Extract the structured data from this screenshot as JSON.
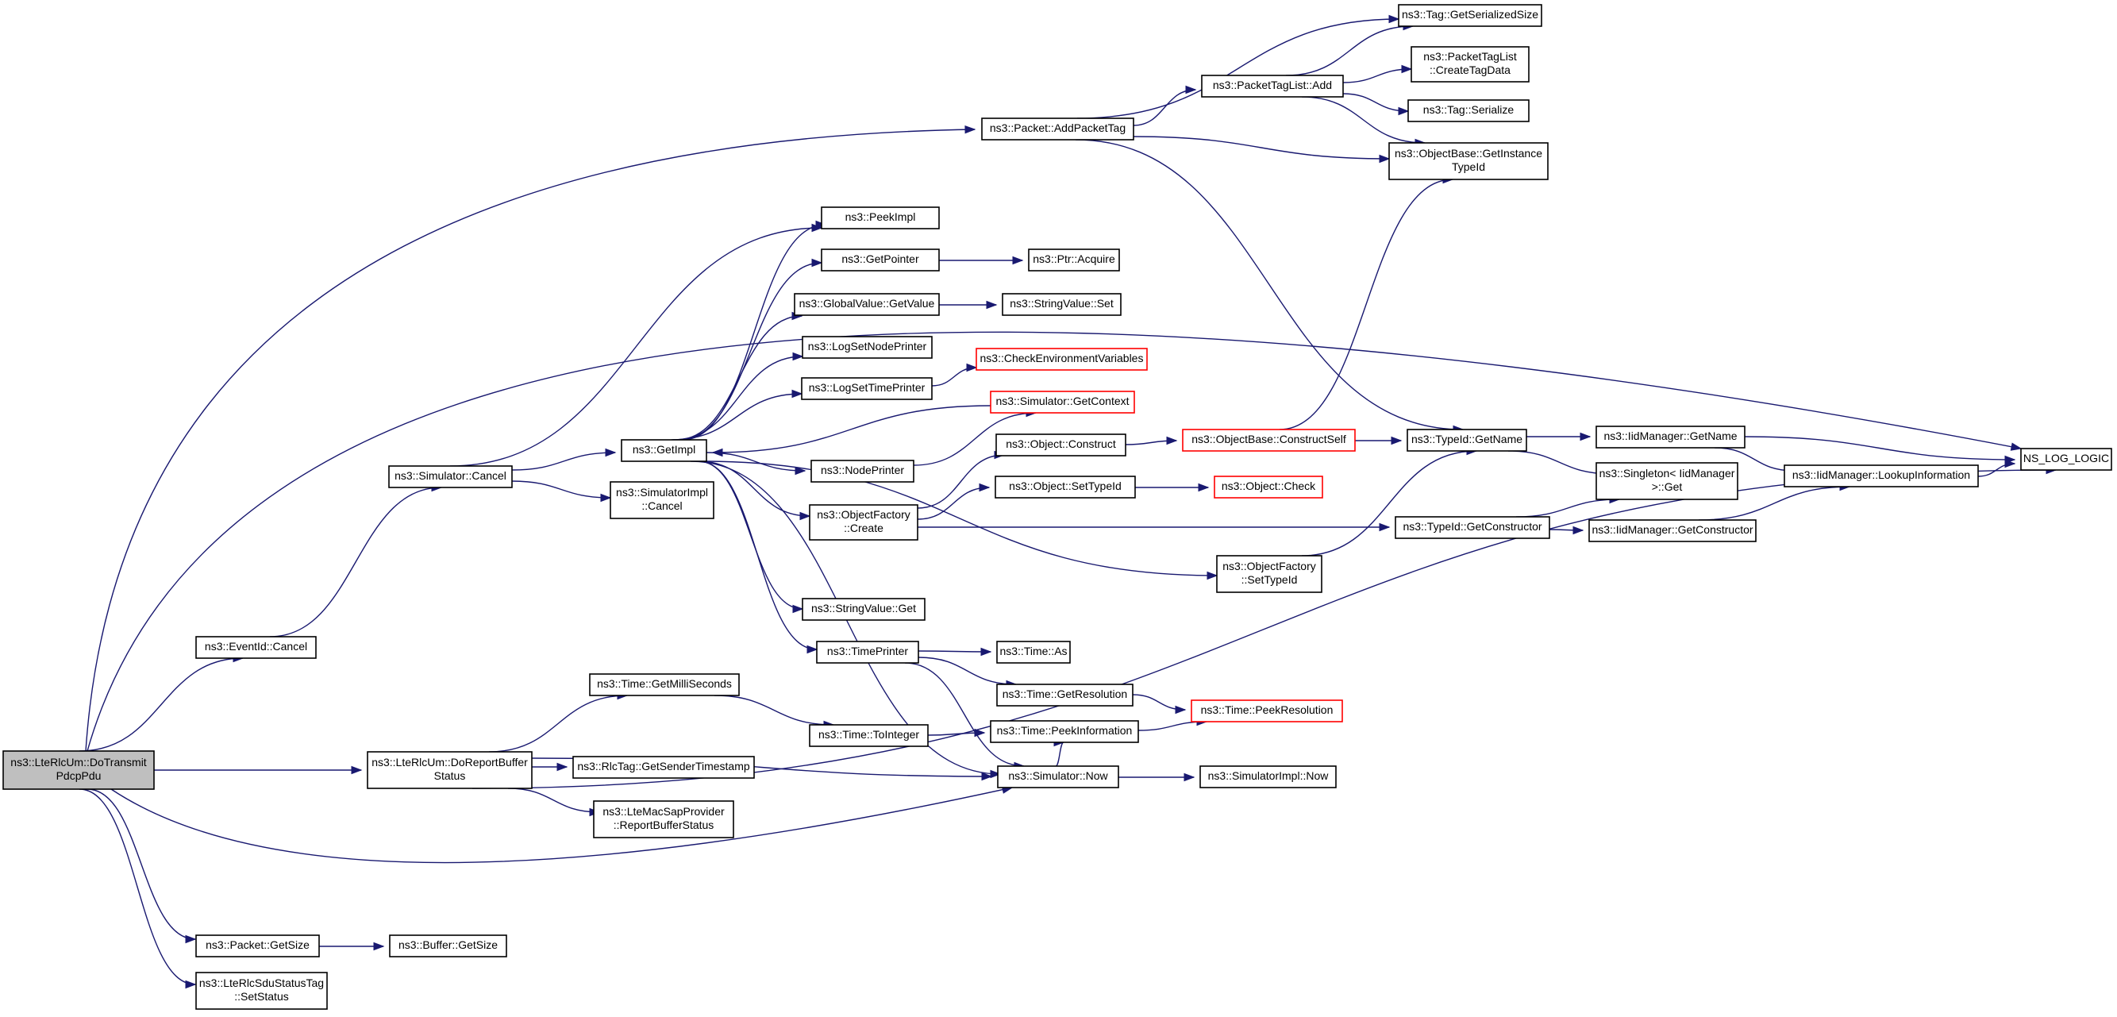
{
  "colors": {
    "edge": "#191970",
    "node_border": "#000000",
    "truncated_border": "#ff0000",
    "root_fill": "#bfbfbf",
    "node_fill": "#ffffff"
  },
  "nodes": {
    "root": {
      "lines": [
        "ns3::LteRlcUm::DoTransmit",
        "PdcpPdu"
      ],
      "style": "root"
    },
    "n1": {
      "lines": [
        "ns3::Packet::AddPacketTag"
      ]
    },
    "n2": {
      "lines": [
        "ns3::Tag::GetSerializedSize"
      ]
    },
    "n3": {
      "lines": [
        "ns3::PacketTagList::Add"
      ]
    },
    "n4": {
      "lines": [
        "ns3::PacketTagList",
        "::CreateTagData"
      ]
    },
    "n5": {
      "lines": [
        "ns3::Tag::Serialize"
      ]
    },
    "n6": {
      "lines": [
        "ns3::ObjectBase::GetInstance",
        "TypeId"
      ]
    },
    "n7": {
      "lines": [
        "ns3::PeekImpl"
      ]
    },
    "n8": {
      "lines": [
        "ns3::GetPointer"
      ]
    },
    "n9": {
      "lines": [
        "ns3::Ptr::Acquire"
      ]
    },
    "n10": {
      "lines": [
        "ns3::GlobalValue::GetValue"
      ]
    },
    "n11": {
      "lines": [
        "ns3::StringValue::Set"
      ]
    },
    "n12": {
      "lines": [
        "ns3::LogSetNodePrinter"
      ]
    },
    "n13": {
      "lines": [
        "ns3::CheckEnvironmentVariables"
      ],
      "style": "red"
    },
    "n14": {
      "lines": [
        "ns3::LogSetTimePrinter"
      ]
    },
    "n15": {
      "lines": [
        "ns3::Simulator::GetContext"
      ],
      "style": "red"
    },
    "n16": {
      "lines": [
        "ns3::Simulator::Cancel"
      ]
    },
    "n17": {
      "lines": [
        "ns3::GetImpl"
      ]
    },
    "n18": {
      "lines": [
        "ns3::Object::Construct"
      ]
    },
    "n19": {
      "lines": [
        "ns3::ObjectBase::ConstructSelf"
      ],
      "style": "red"
    },
    "n20": {
      "lines": [
        "ns3::TypeId::GetName"
      ]
    },
    "n21": {
      "lines": [
        "ns3::IidManager::GetName"
      ]
    },
    "n22": {
      "lines": [
        "NS_LOG_LOGIC"
      ]
    },
    "n23": {
      "lines": [
        "ns3::SimulatorImpl",
        "::Cancel"
      ]
    },
    "n24": {
      "lines": [
        "ns3::NodePrinter"
      ]
    },
    "n25": {
      "lines": [
        "ns3::Singleton< IidManager",
        " >::Get"
      ]
    },
    "n26": {
      "lines": [
        "ns3::IidManager::LookupInformation"
      ]
    },
    "n27": {
      "lines": [
        "ns3::Object::SetTypeId"
      ]
    },
    "n28": {
      "lines": [
        "ns3::Object::Check"
      ],
      "style": "red"
    },
    "n29": {
      "lines": [
        "ns3::ObjectFactory",
        "::Create"
      ]
    },
    "n30": {
      "lines": [
        "ns3::TypeId::GetConstructor"
      ]
    },
    "n31": {
      "lines": [
        "ns3::IidManager::GetConstructor"
      ]
    },
    "n32": {
      "lines": [
        "ns3::ObjectFactory",
        "::SetTypeId"
      ]
    },
    "n33": {
      "lines": [
        "ns3::StringValue::Get"
      ]
    },
    "n34": {
      "lines": [
        "ns3::EventId::Cancel"
      ]
    },
    "n35": {
      "lines": [
        "ns3::TimePrinter"
      ]
    },
    "n36": {
      "lines": [
        "ns3::Time::As"
      ]
    },
    "n37": {
      "lines": [
        "ns3::Time::GetMilliSeconds"
      ]
    },
    "n38": {
      "lines": [
        "ns3::Time::GetResolution"
      ]
    },
    "n39": {
      "lines": [
        "ns3::Time::PeekResolution"
      ],
      "style": "red"
    },
    "n40": {
      "lines": [
        "ns3::Time::ToInteger"
      ]
    },
    "n41": {
      "lines": [
        "ns3::Time::PeekInformation"
      ]
    },
    "n42": {
      "lines": [
        "ns3::LteRlcUm::DoReportBuffer",
        "Status"
      ]
    },
    "n43": {
      "lines": [
        "ns3::RlcTag::GetSenderTimestamp"
      ]
    },
    "n44": {
      "lines": [
        "ns3::Simulator::Now"
      ]
    },
    "n45": {
      "lines": [
        "ns3::SimulatorImpl::Now"
      ]
    },
    "n46": {
      "lines": [
        "ns3::LteMacSapProvider",
        "::ReportBufferStatus"
      ]
    },
    "n47": {
      "lines": [
        "ns3::Packet::GetSize"
      ]
    },
    "n48": {
      "lines": [
        "ns3::Buffer::GetSize"
      ]
    },
    "n49": {
      "lines": [
        "ns3::LteRlcSduStatusTag",
        "::SetStatus"
      ]
    }
  },
  "edges": [
    [
      "root",
      "n1"
    ],
    [
      "root",
      "n22"
    ],
    [
      "root",
      "n34"
    ],
    [
      "root",
      "n42"
    ],
    [
      "root",
      "n44"
    ],
    [
      "root",
      "n47"
    ],
    [
      "root",
      "n49"
    ],
    [
      "n1",
      "n2"
    ],
    [
      "n1",
      "n3"
    ],
    [
      "n1",
      "n6"
    ],
    [
      "n1",
      "n20"
    ],
    [
      "n3",
      "n2"
    ],
    [
      "n3",
      "n4"
    ],
    [
      "n3",
      "n5"
    ],
    [
      "n3",
      "n6"
    ],
    [
      "n34",
      "n16"
    ],
    [
      "n16",
      "n7"
    ],
    [
      "n16",
      "n17"
    ],
    [
      "n16",
      "n23"
    ],
    [
      "n17",
      "n7"
    ],
    [
      "n17",
      "n8"
    ],
    [
      "n17",
      "n10"
    ],
    [
      "n17",
      "n12"
    ],
    [
      "n17",
      "n14"
    ],
    [
      "n17",
      "n24"
    ],
    [
      "n17",
      "n29"
    ],
    [
      "n17",
      "n32"
    ],
    [
      "n17",
      "n33"
    ],
    [
      "n17",
      "n35"
    ],
    [
      "n17",
      "n44"
    ],
    [
      "n8",
      "n9"
    ],
    [
      "n10",
      "n11"
    ],
    [
      "n14",
      "n13"
    ],
    [
      "n15",
      "n17"
    ],
    [
      "n24",
      "n15"
    ],
    [
      "n29",
      "n18"
    ],
    [
      "n29",
      "n27"
    ],
    [
      "n29",
      "n30"
    ],
    [
      "n18",
      "n19"
    ],
    [
      "n27",
      "n28"
    ],
    [
      "n19",
      "n6"
    ],
    [
      "n19",
      "n20"
    ],
    [
      "n20",
      "n21"
    ],
    [
      "n20",
      "n25"
    ],
    [
      "n21",
      "n22"
    ],
    [
      "n21",
      "n26"
    ],
    [
      "n26",
      "n22"
    ],
    [
      "n30",
      "n25"
    ],
    [
      "n30",
      "n31"
    ],
    [
      "n31",
      "n26"
    ],
    [
      "n32",
      "n20"
    ],
    [
      "n35",
      "n36"
    ],
    [
      "n35",
      "n38"
    ],
    [
      "n35",
      "n44"
    ],
    [
      "n38",
      "n39"
    ],
    [
      "n41",
      "n39"
    ],
    [
      "n37",
      "n40"
    ],
    [
      "n40",
      "n41"
    ],
    [
      "n42",
      "n37"
    ],
    [
      "n42",
      "n43"
    ],
    [
      "n42",
      "n44"
    ],
    [
      "n42",
      "n46"
    ],
    [
      "n42",
      "n22"
    ],
    [
      "n44",
      "n41"
    ],
    [
      "n44",
      "n45"
    ],
    [
      "n47",
      "n48"
    ]
  ]
}
